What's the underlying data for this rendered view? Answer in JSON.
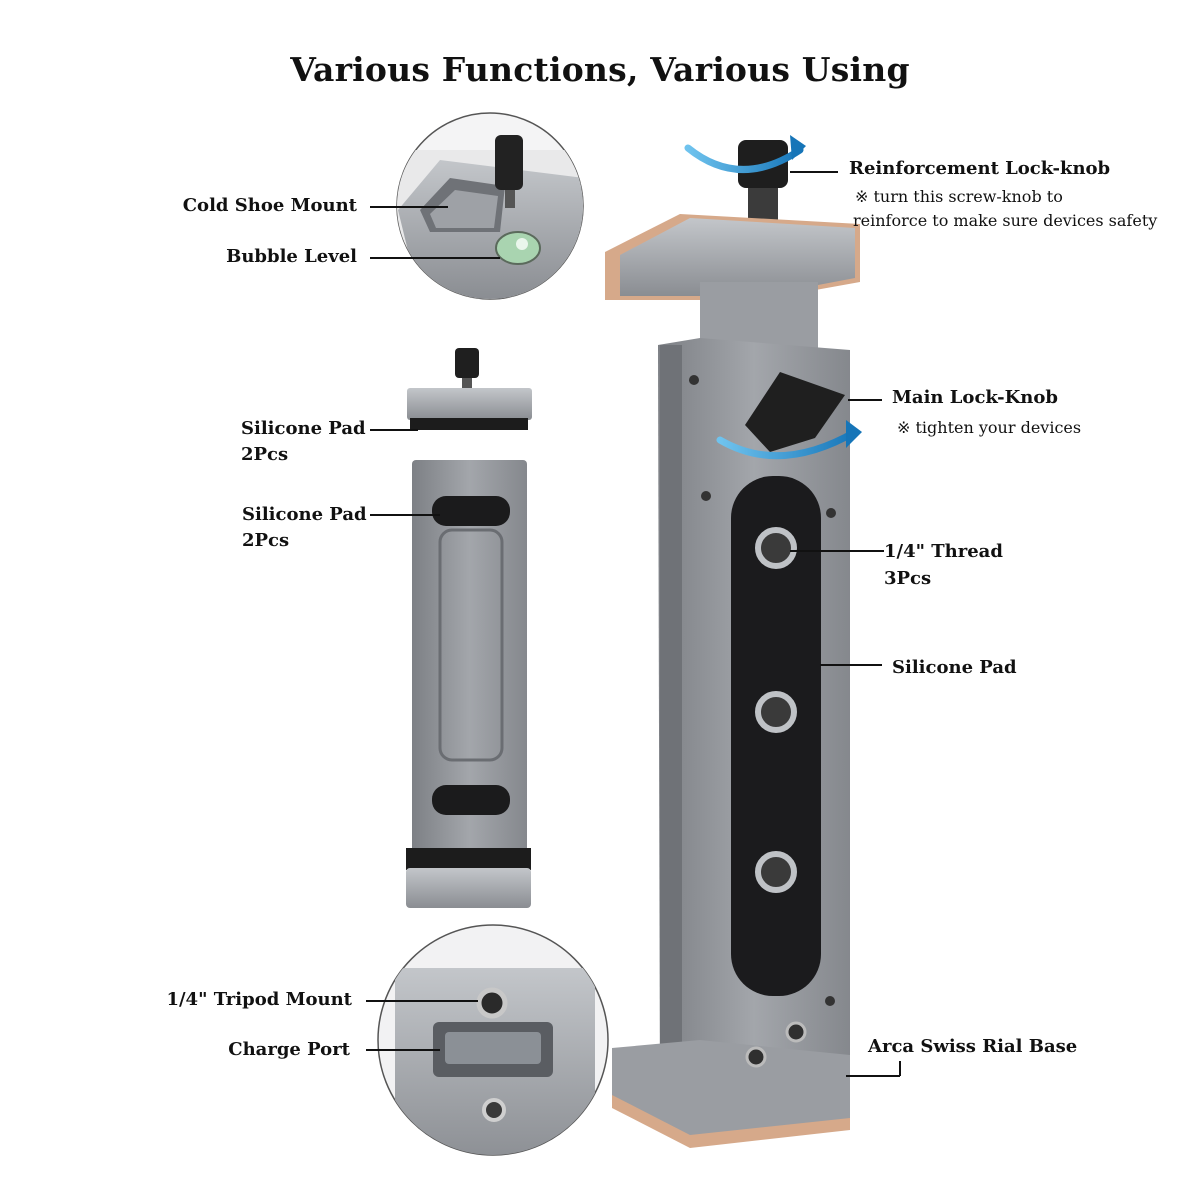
{
  "title": "Various Functions, Various Using",
  "labels": {
    "cold_shoe": "Cold Shoe Mount",
    "bubble_level": "Bubble Level",
    "silicone_pad_top_1": "Silicone Pad",
    "silicone_pad_top_2": "2Pcs",
    "silicone_pad_mid_1": "Silicone Pad",
    "silicone_pad_mid_2": "2Pcs",
    "tripod_mount": "1/4\"  Tripod Mount",
    "charge_port": "Charge Port",
    "reinforcement_knob": "Reinforcement Lock-knob",
    "reinforcement_note_1": "※ turn this screw-knob to",
    "reinforcement_note_2": "reinforce to make sure devices safety",
    "main_knob": "Main Lock-Knob",
    "main_knob_note": "※ tighten your devices",
    "thread_1": "1/4\" Thread",
    "thread_2": "3Pcs",
    "silicone_pad_right": "Silicone Pad",
    "arca_base": "Arca Swiss Rial Base"
  },
  "colors": {
    "aluminum": "#8e9196",
    "aluminum_light": "#b9bcc1",
    "pad_black": "#1d1d1f",
    "accent_blue": "#1f8fd0",
    "copper": "#d7a98a"
  }
}
